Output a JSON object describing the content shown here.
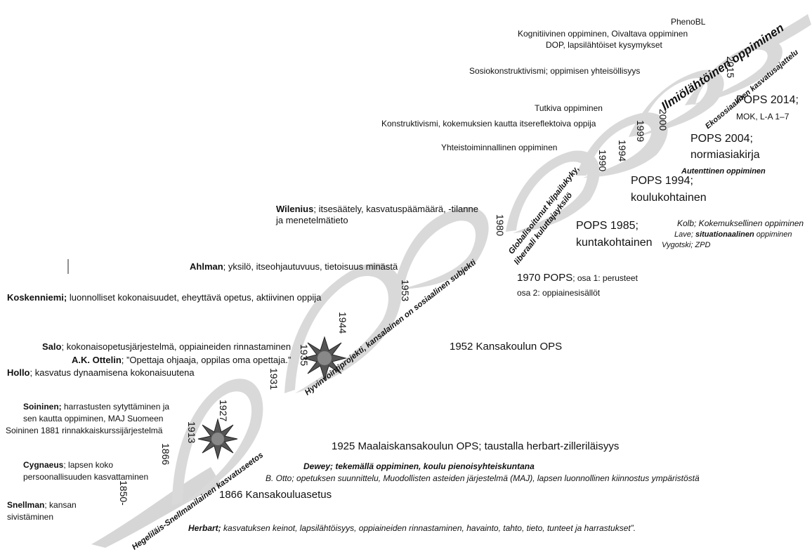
{
  "diagonal": {
    "hegel": "Hegeliläis-Snellmanilainen kasvatuseetos",
    "hyvinvointi": "Hyvinvointiprojekti, kansalainen on sosiaalinen subjekti",
    "global1": "Globalisoitunut kilpailukyky,",
    "global2": "liberaali kuluttajayksilö",
    "eko": "Ekososiaalinen kasvatusajattelu",
    "ilmio": "Ilmiölähtöinen oppiminen"
  },
  "years": {
    "y1850": "1850-",
    "y1866": "1866",
    "y1913": "1913",
    "y1927": "1927",
    "y1931": "1931",
    "y1935": "1935",
    "y1944": "1944",
    "y1953": "1953",
    "y1980": "1980",
    "y1990": "1990",
    "y1994": "1994",
    "y1999": "1999",
    "y2000": "2000",
    "y2015": "2015"
  },
  "left": {
    "wilenius_name": "Wilenius",
    "wilenius_text1": "; itsesäätely, kasvatuspäämäärä, -tilanne",
    "wilenius_text2": "ja menetelmätieto",
    "ahlman_name": "Ahlman",
    "ahlman_text": "; yksilö, itseohjautuvuus, tietoisuus minästä",
    "koskenniemi_name": "Koskenniemi;",
    "koskenniemi_text": " luonnolliset kokonaisuudet, eheyttävä opetus, aktiivinen oppija",
    "salo_name": "Salo",
    "salo_text": "; kokonaisopetusjärjestelmä, oppiaineiden rinnastaminen",
    "ottelin_name": "A.K. Ottelin",
    "ottelin_text": "; ”Opettaja ohjaaja, oppilas oma opettaja.”",
    "hollo_name": "Hollo",
    "hollo_text": "; kasvatus dynaamisena kokonaisuutena",
    "soininen_name": "Soininen;",
    "soininen_text1": " harrastusten sytyttäminen  ja",
    "soininen_text2": "sen kautta oppiminen, MAJ Suomeen",
    "soininen_text3": "Soininen 1881 rinnakkaiskurssijärjestelmä",
    "cygnaeus_name": "Cygnaeus",
    "cygnaeus_text1": "; lapsen koko",
    "cygnaeus_text2": "persoonallisuuden kasvattaminen",
    "snellman_name": "Snellman",
    "snellman_text1": "; kansan",
    "snellman_text2": "sivistäminen"
  },
  "top": {
    "phenobl": "PhenoBL",
    "kognitiivinen": "Kognitiivinen oppiminen, Oivaltava oppiminen",
    "dop": "DOP, lapsilähtöiset kysymykset",
    "sosiokonstr": "Sosiokonstruktivismi; oppimisen yhteisöllisyys",
    "tutkiva": "Tutkiva oppiminen",
    "konstruktivismi": "Konstruktivismi, kokemuksien kautta itsereflektoiva oppija",
    "yhteistoiminnallinen": "Yhteistoiminnallinen oppiminen"
  },
  "right": {
    "pops2014a": "POPS 2014;",
    "pops2014b": "MOK, L-A 1–7",
    "pops2004a": "POPS 2004;",
    "pops2004b": "normiasiakirja",
    "autenttinen": "Autenttinen oppiminen",
    "pops1994a": "POPS 1994;",
    "pops1994b": "koulukohtainen",
    "kolb": "Kolb; Kokemuksellinen oppiminen",
    "lave_pre": "Lave; ",
    "lave_b": "situationaalinen",
    "lave_post": " oppiminen",
    "vygotski": "Vygotski; ZPD",
    "pops1985a": "POPS 1985;",
    "pops1985b": "kuntakohtainen",
    "pops1970a": "1970 POPS",
    "pops1970b": "; osa 1: perusteet",
    "pops1970c": "osa 2: oppiainesisällöt",
    "ops1952": "1952 Kansakoulun OPS",
    "ops1925": "1925 Maalaiskansakoulun OPS; taustalla herbart-zilleriläisyys",
    "dewey": "Dewey; tekemällä oppiminen, koulu pienoisyhteiskuntana",
    "otto": "B. Otto;  opetuksen suunnittelu, Muodollisten asteiden järjestelmä (MAJ), lapsen luonnollinen kiinnostus ympäristöstä",
    "kansakouluasetus": "1866 Kansakouluasetus",
    "herbart_name": "Herbart;",
    "herbart_text": " kasvatuksen keinot, lapsilähtöisyys, oppiaineiden rinnastaminen, havainto, tahto, tieto,  tunteet ja harrastukset”."
  }
}
